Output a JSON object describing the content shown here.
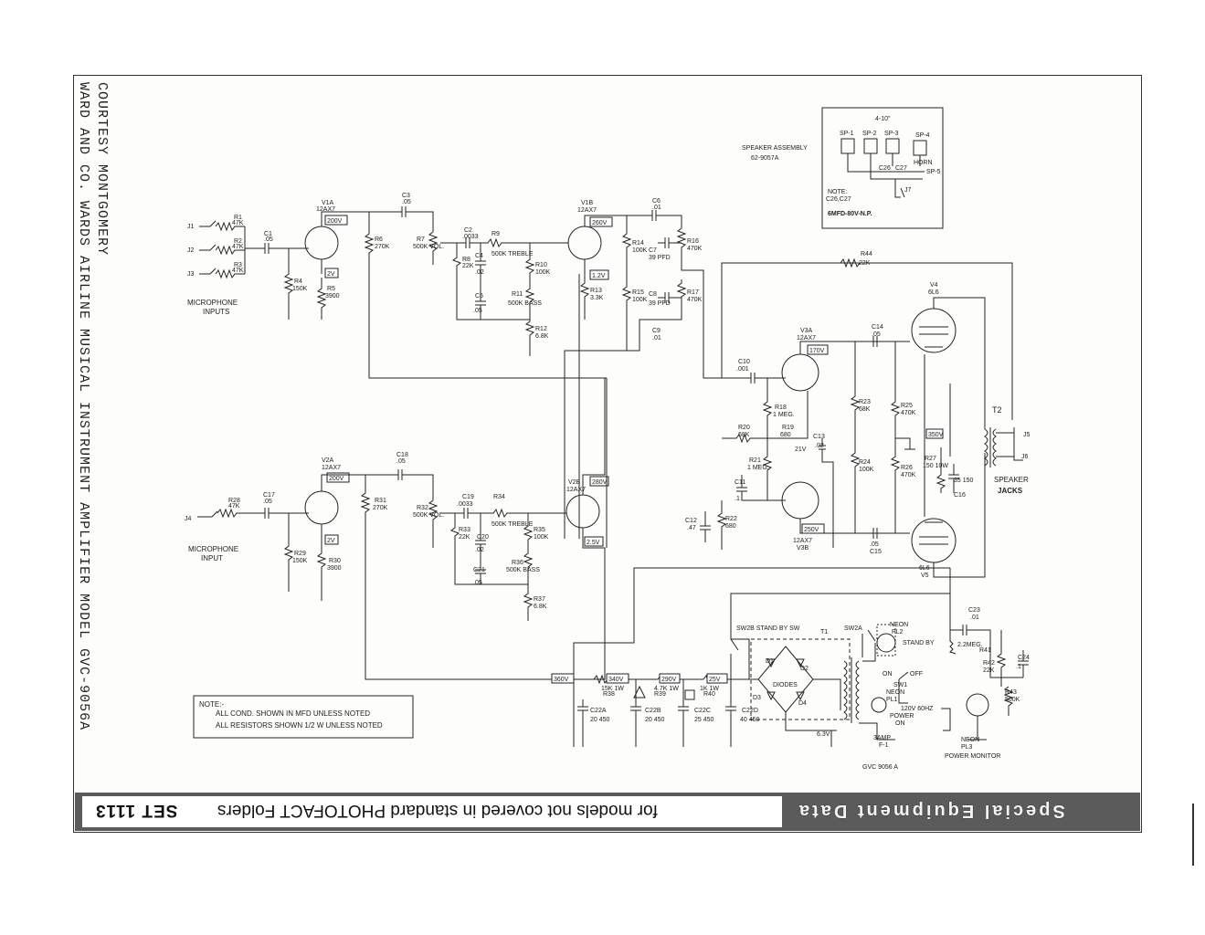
{
  "side_title": {
    "line1": "COURTESY MONTGOMERY",
    "line2": "WARD AND CO.   WARDS AIRLINE MUSICAL INSTRUMENT AMPLIFIER MODEL GVC-9056A"
  },
  "footer": {
    "set_label": "SET 1113",
    "phrase": "for models not covered in standard PHOTOFACT Folders",
    "brand": "Special Equipment Data"
  },
  "notes": {
    "header": "NOTE:-",
    "line1": "ALL COND. SHOWN IN MFD UNLESS NOTED",
    "line2": "ALL RESISTORS SHOWN 1/2 W UNLESS NOTED"
  },
  "speaker_assembly": {
    "title": "SPEAKER ASSEMBLY",
    "part": "62-9057A",
    "size": "4-10\"",
    "note_title": "NOTE:",
    "note_caps": "C26,C27",
    "note_value": "6MFD-80V-N.P.",
    "horn": "HORN",
    "labels": [
      "SP-1",
      "SP-2",
      "SP-3",
      "SP-4",
      "SP-5",
      "C26",
      "C27",
      "J7"
    ]
  },
  "inputs": {
    "mic_inputs": [
      "MICROPHONE",
      "INPUTS"
    ],
    "mic_input": [
      "MICROPHONE",
      "INPUT"
    ],
    "jacks": [
      "J1",
      "J2",
      "J3",
      "J4"
    ]
  },
  "tubes": {
    "v1a": [
      "V1A",
      "12AX7"
    ],
    "v1b": [
      "V1B",
      "12AX7"
    ],
    "v2a": [
      "V2A",
      "12AX7"
    ],
    "v2b": [
      "V2B",
      "12AX7"
    ],
    "v3a": [
      "V3A",
      "12AX7"
    ],
    "v3b": [
      "12AX7",
      "V3B"
    ],
    "v4": [
      "V4",
      "6L6"
    ],
    "v5": [
      "6L6",
      "V5"
    ]
  },
  "voltages": [
    "200V",
    "260V",
    "2V",
    "1.2V",
    "170V",
    "200V",
    "280V",
    "2V",
    "2.5V",
    "250V",
    "350V",
    "360V",
    "340V",
    "290V",
    "25V",
    "21V"
  ],
  "components_top": [
    {
      "id": "R1",
      "v": "47K"
    },
    {
      "id": "R2",
      "v": "47K"
    },
    {
      "id": "R3",
      "v": "47K"
    },
    {
      "id": "C1",
      "v": ".05"
    },
    {
      "id": "R4",
      "v": "150K"
    },
    {
      "id": "R5",
      "v": "3900"
    },
    {
      "id": "R6",
      "v": "270K"
    },
    {
      "id": "C3",
      "v": ".05"
    },
    {
      "id": "R7",
      "v": "500K VOL."
    },
    {
      "id": "C2",
      "v": ".0033"
    },
    {
      "id": "R8",
      "v": "22K"
    },
    {
      "id": "C4",
      "v": ".02"
    },
    {
      "id": "R9",
      "v": "500K TREBLE"
    },
    {
      "id": "C5",
      "v": ".05"
    },
    {
      "id": "R10",
      "v": "100K"
    },
    {
      "id": "R11",
      "v": "500K BASS"
    },
    {
      "id": "R12",
      "v": "6.8K"
    },
    {
      "id": "R13",
      "v": "3.3K"
    },
    {
      "id": "R14",
      "v": "100K"
    },
    {
      "id": "R15",
      "v": "100K"
    },
    {
      "id": "C6",
      "v": ".01"
    },
    {
      "id": "C7",
      "v": "39 PFD"
    },
    {
      "id": "C8",
      "v": "39 PFD"
    },
    {
      "id": "C9",
      "v": ".01"
    },
    {
      "id": "R16",
      "v": "470K"
    },
    {
      "id": "R17",
      "v": "470K"
    }
  ],
  "components_bottom": [
    {
      "id": "R28",
      "v": "47K"
    },
    {
      "id": "C17",
      "v": ".05"
    },
    {
      "id": "R29",
      "v": "150K"
    },
    {
      "id": "R30",
      "v": "3900"
    },
    {
      "id": "R31",
      "v": "270K"
    },
    {
      "id": "C18",
      "v": ".05"
    },
    {
      "id": "R32",
      "v": "500K VOL."
    },
    {
      "id": "C19",
      "v": ".0033"
    },
    {
      "id": "R33",
      "v": "22K"
    },
    {
      "id": "C20",
      "v": ".02"
    },
    {
      "id": "R34",
      "v": "500K TREBLE"
    },
    {
      "id": "C21",
      "v": ".05"
    },
    {
      "id": "R35",
      "v": "100K"
    },
    {
      "id": "R36",
      "v": "500K BASS"
    },
    {
      "id": "R37",
      "v": "6.8K"
    }
  ],
  "components_power": [
    {
      "id": "R44",
      "v": "22K"
    },
    {
      "id": "C10",
      "v": ".001"
    },
    {
      "id": "R18",
      "v": "1 MEG."
    },
    {
      "id": "R20",
      "v": "68K"
    },
    {
      "id": "R19",
      "v": "680"
    },
    {
      "id": "R21",
      "v": "1 MEG."
    },
    {
      "id": "C11",
      "v": ".1"
    },
    {
      "id": "C12",
      "v": ".47"
    },
    {
      "id": "R22",
      "v": "680"
    },
    {
      "id": "C13",
      "v": ".02"
    },
    {
      "id": "C14",
      "v": ".05"
    },
    {
      "id": "C15",
      "v": ".05"
    },
    {
      "id": "R23",
      "v": "68K"
    },
    {
      "id": "R24",
      "v": "100K"
    },
    {
      "id": "R25",
      "v": "470K"
    },
    {
      "id": "R26",
      "v": "470K"
    },
    {
      "id": "R27",
      "v": "150 10W"
    },
    {
      "id": "C16",
      "v": "35 150"
    },
    {
      "id": "R38",
      "v": "15K 1W"
    },
    {
      "id": "R39",
      "v": "4.7K 1W"
    },
    {
      "id": "R40",
      "v": "1K 1W"
    },
    {
      "id": "C22A",
      "v": "20 450"
    },
    {
      "id": "C22B",
      "v": "20 450"
    },
    {
      "id": "C22C",
      "v": "25 450"
    },
    {
      "id": "C22D",
      "v": "40 450"
    },
    {
      "id": "C23",
      "v": ".01"
    },
    {
      "id": "C24",
      "v": ".1"
    },
    {
      "id": "R41",
      "v": "2.2MEG."
    },
    {
      "id": "R42",
      "v": "22K"
    },
    {
      "id": "R43",
      "v": "500K"
    }
  ],
  "power_labels": {
    "diodes": "DIODES",
    "d": [
      "D1",
      "D2",
      "D3",
      "D4"
    ],
    "sw2b": "SW2B STAND BY SW",
    "sw2a": "SW2A",
    "neon_pl2": [
      "NEON",
      "PL2"
    ],
    "stand_by": "STAND BY",
    "on": "ON",
    "off": "OFF",
    "sw1": "SW1",
    "neon_pl1": [
      "NEON",
      "PL1"
    ],
    "line": "120V 60HZ",
    "power_on": [
      "POWER",
      "ON"
    ],
    "fuse": [
      "3AMP",
      "F-1"
    ],
    "heater": "6.3V",
    "t1": "T1",
    "t2": "T2",
    "neon_pl3": [
      "NEON",
      "PL3"
    ],
    "power_monitor": "POWER MONITOR",
    "model": "GVC 9056 A",
    "speaker_jacks": [
      "SPEAKER",
      "JACKS"
    ],
    "j5": "J5",
    "j6": "J6"
  }
}
